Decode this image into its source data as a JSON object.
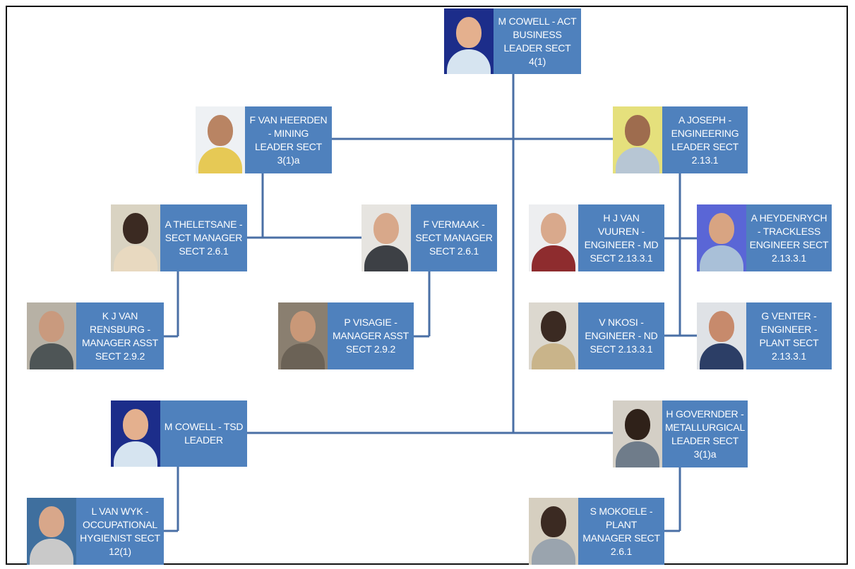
{
  "people": {
    "cowell_act": {
      "name": "M COWELL - ACT\nBUSINESS\nLEADER SECT\n4(1)"
    },
    "van_heerden": {
      "name": "F VAN HEERDEN\n- MINING\nLEADER SECT\n3(1)a"
    },
    "joseph": {
      "name": "A JOSEPH -\nENGINEERING\nLEADER SECT\n2.13.1"
    },
    "theletsane": {
      "name": "A THELETSANE -\nSECT MANAGER\nSECT 2.6.1"
    },
    "vermaak": {
      "name": "F VERMAAK -\nSECT MANAGER\nSECT 2.6.1"
    },
    "van_vuuren": {
      "name": "H J VAN\nVUUREN -\nENGINEER - MD\nSECT 2.13.3.1"
    },
    "heydenrych": {
      "name": "A HEYDENRYCH\n- TRACKLESS\nENGINEER SECT\n2.13.3.1"
    },
    "van_rensburg": {
      "name": "K J VAN\nRENSBURG -\nMANAGER ASST\nSECT 2.9.2"
    },
    "visagie": {
      "name": "P VISAGIE -\nMANAGER ASST\nSECT 2.9.2"
    },
    "nkosi": {
      "name": "V NKOSI -\nENGINEER - ND\nSECT 2.13.3.1"
    },
    "venter": {
      "name": "G VENTER -\nENGINEER -\nPLANT SECT\n2.13.3.1"
    },
    "cowell_tsd": {
      "name": "M COWELL - TSD\nLEADER"
    },
    "governder": {
      "name": "H GOVERNDER -\nMETALLURGICAL\nLEADER SECT\n3(1)a"
    },
    "van_wyk": {
      "name": "L VAN WYK -\nOCCUPATIONAL\nHYGIENIST SECT\n12(1)"
    },
    "mokoele": {
      "name": "S MOKOELE -\nPLANT\nMANAGER SECT\n2.6.1"
    }
  },
  "colors": {
    "card": "#4f81bd",
    "connector": "#4a6fa5"
  }
}
